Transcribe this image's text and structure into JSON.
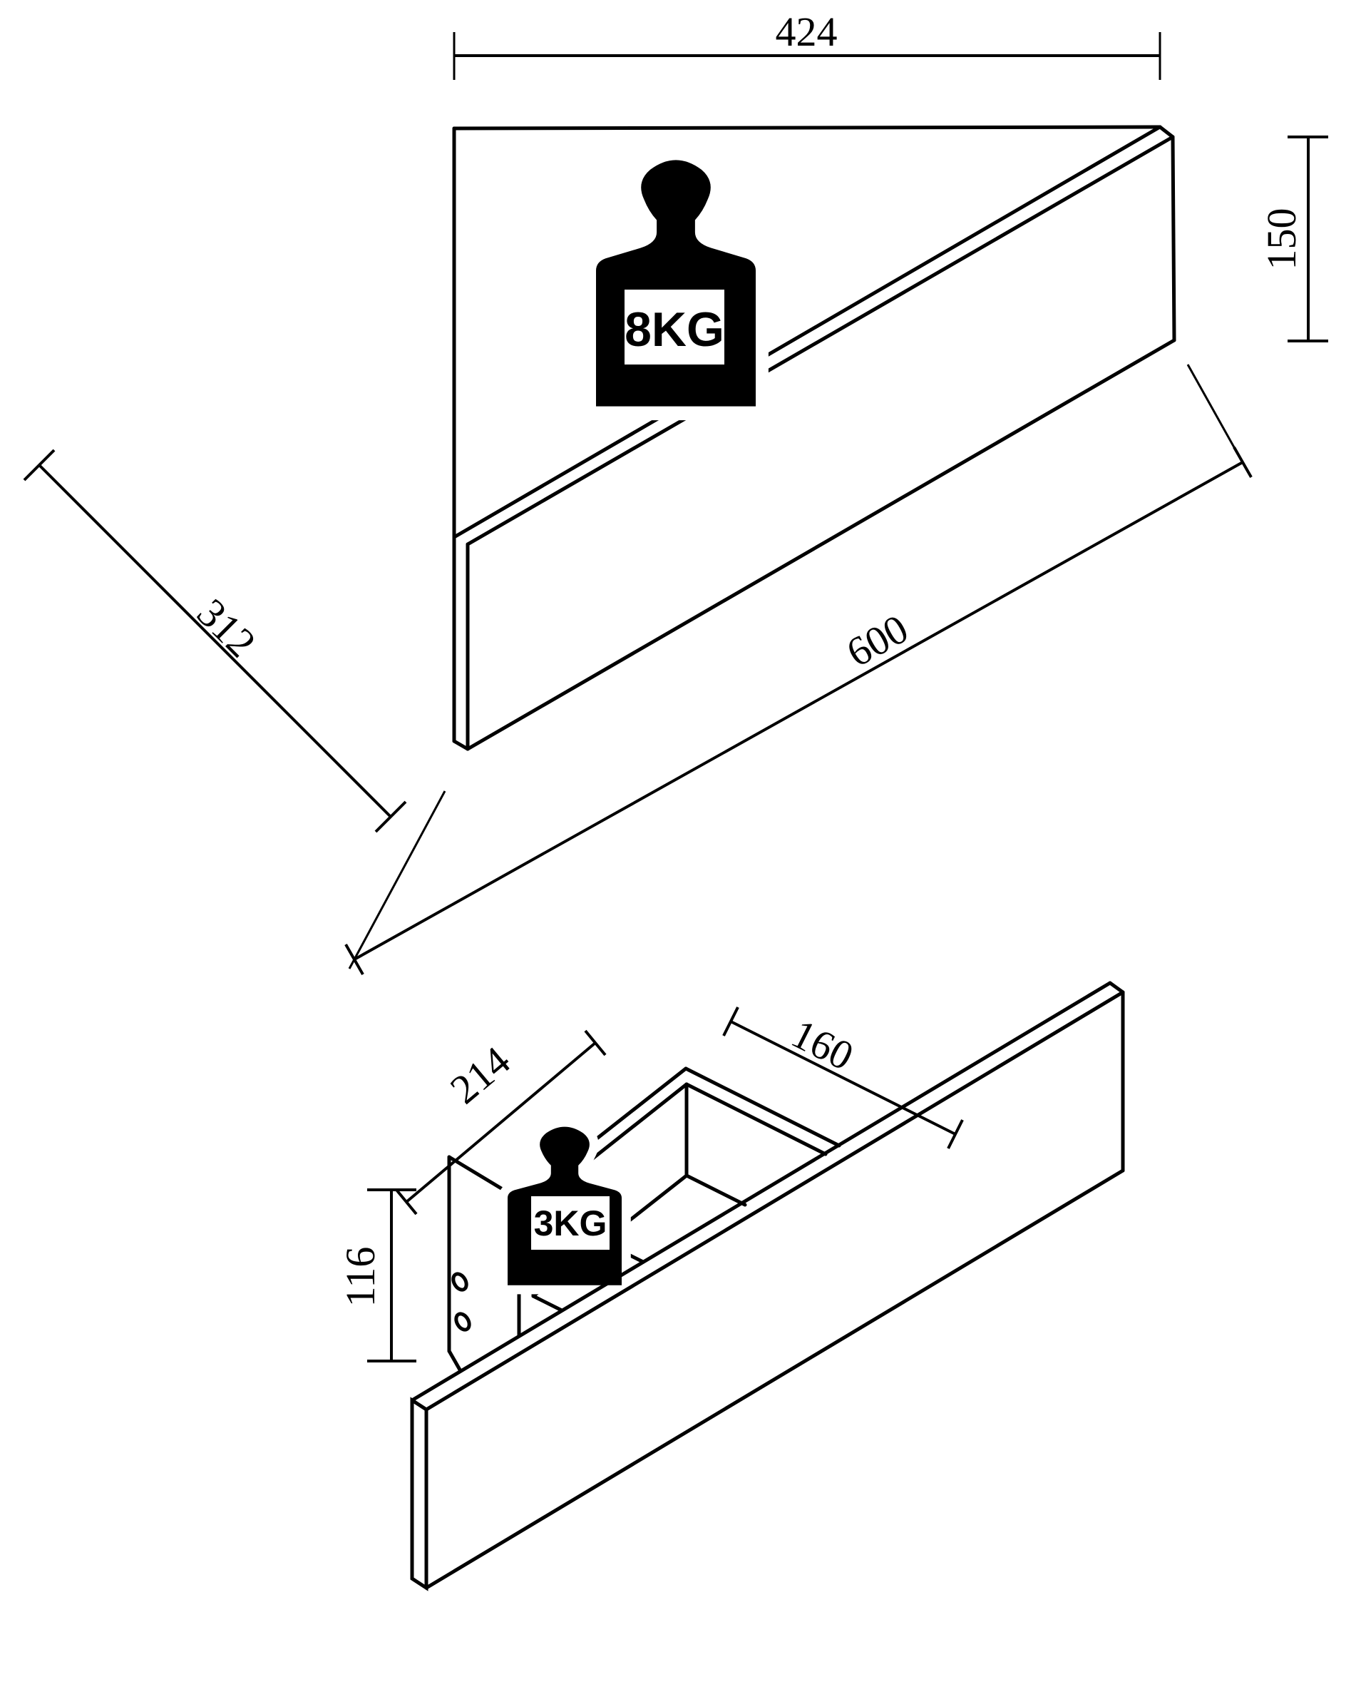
{
  "page": {
    "background": "#ffffff",
    "ink": "#000000"
  },
  "figures": {
    "shelf_view": {
      "description": "assembled floating corner shelf, perspective view",
      "max_load_label": "8KG",
      "dims": {
        "top_width": "424",
        "front_height": "150",
        "side_depth": "312",
        "front_length": "600"
      }
    },
    "drawer_view": {
      "description": "hidden compartment behind front rail, perspective view",
      "max_load_label": "3KG",
      "dims": {
        "inner_depth": "214",
        "inner_width": "160",
        "inner_height": "116"
      }
    }
  }
}
